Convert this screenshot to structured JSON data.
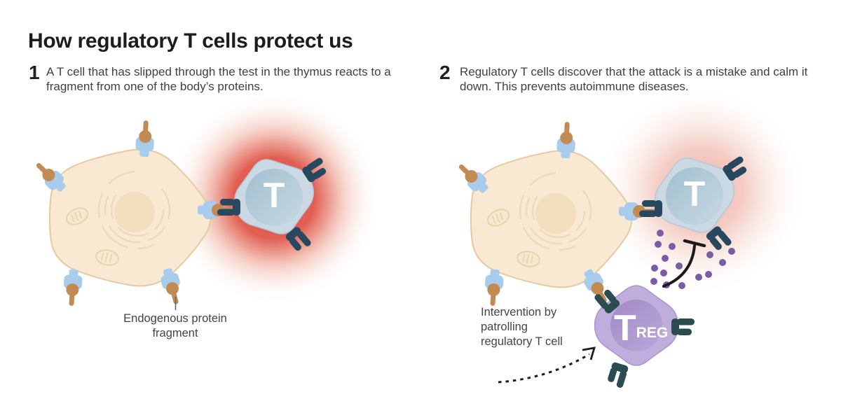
{
  "title": "How regulatory T cells protect us",
  "steps": [
    {
      "number": "1",
      "text": "A T cell that has slipped through the test in the thymus reacts to a fragment from one of the body’s proteins."
    },
    {
      "number": "2",
      "text": "Regulatory T cells discover that the attack is a mistake and calm it down. This prevents autoimmune diseases."
    }
  ],
  "annotations": {
    "endogenous_label": "Endogenous protein fragment",
    "intervention_label": "Intervention by patrolling regulatory T cell"
  },
  "cell_labels": {
    "t_cell_left": "T",
    "t_cell_right": "T",
    "treg_main": "T",
    "treg_sub": "REG"
  },
  "colors": {
    "inflammation_glow": "#DC4234",
    "body_cell": "#FAE9D2",
    "body_cell_outline": "#E5C9A2",
    "t_cell_outer": "#CAD9E4",
    "t_cell_inner": "#AFC8D7",
    "treg_outer": "#BFADDC",
    "treg_inner": "#A68EC9",
    "mhc_receptor": "#A8CCEC",
    "protein_fragment": "#C28B54",
    "tcr_receptor": "#27485E",
    "treg_receptor": "#2B4D52",
    "suppressive_dots": "#7B5AA6"
  }
}
